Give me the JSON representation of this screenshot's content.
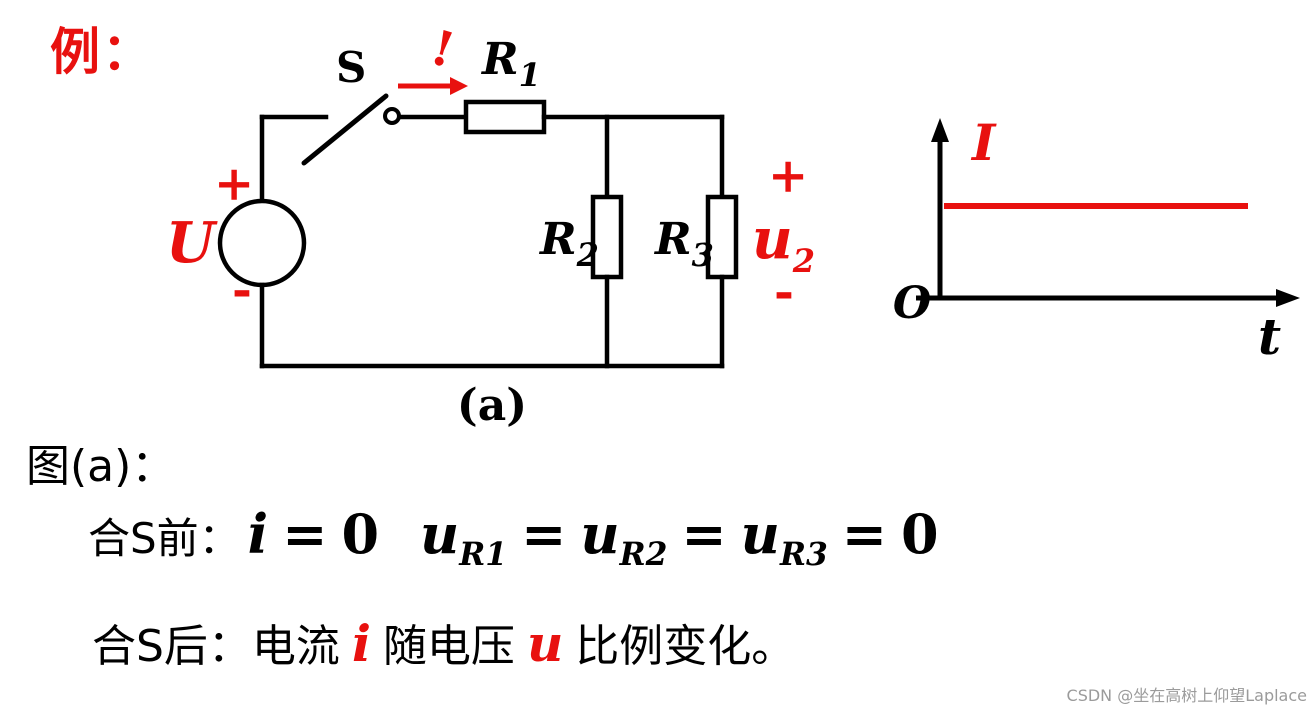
{
  "title": {
    "label": "例："
  },
  "circuit": {
    "switch": {
      "label": "S",
      "action_mark": "!"
    },
    "source": {
      "label": "U",
      "plus": "+",
      "minus": "-"
    },
    "resistors": {
      "r1": {
        "base": "R",
        "sub": "1"
      },
      "r2": {
        "base": "R",
        "sub": "2"
      },
      "r3": {
        "base": "R",
        "sub": "3"
      }
    },
    "output": {
      "plus": "+",
      "base": "u",
      "sub": "2",
      "minus": "-"
    },
    "caption": "(a)"
  },
  "graph": {
    "y_label": "I",
    "origin": "O",
    "x_label": "t",
    "trace": "constant current line"
  },
  "notes": {
    "figure_ref": "图(a)：",
    "before": {
      "label": "合S前：",
      "tokens": [
        {
          "base": "i",
          "sub": ""
        },
        {
          "base": "=",
          "sub": ""
        },
        {
          "base": "0",
          "sub": ""
        },
        {
          "base": "u",
          "sub": "R1"
        },
        {
          "base": "=",
          "sub": ""
        },
        {
          "base": "u",
          "sub": "R2"
        },
        {
          "base": "=",
          "sub": ""
        },
        {
          "base": "u",
          "sub": "R3"
        },
        {
          "base": "=",
          "sub": ""
        },
        {
          "base": "0",
          "sub": ""
        }
      ]
    },
    "after": {
      "label": "合S后：电流",
      "i": "i",
      "p2": "随电压",
      "u": "u",
      "p3": "比例变化。"
    }
  },
  "watermark": "CSDN @坐在高树上仰望Laplace",
  "colors": {
    "accent_red": "#e8110f",
    "ink": "#000000",
    "watermark_gray": "#9b9b9b"
  }
}
